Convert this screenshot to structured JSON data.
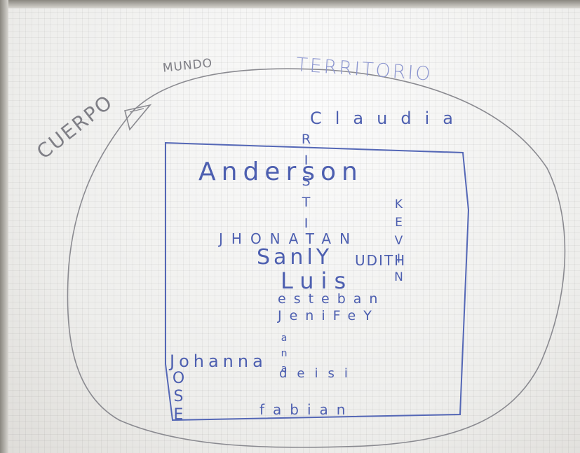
{
  "labels": {
    "territorio": "TERRITORIO",
    "mundo": "MUNDO",
    "cuerpo": "CUERPO"
  },
  "names": {
    "claudia": "Claudia",
    "anderson": "Anderson",
    "jhonatan": "JHONATAN",
    "sanl": "SanlY",
    "yudith": "UDITH",
    "luis": "Luis",
    "esteban": "esteban",
    "jenifer": "JeniFeY",
    "johanna": "Johanna",
    "deisi": "deisi",
    "fabian": "fabian",
    "cristian_rest": "RISTI",
    "kevin": "KEVIN",
    "jose_vertical": "OSE",
    "col_extra": "ana"
  },
  "colors": {
    "ink_blue": "#4d5fb0",
    "ink_grey": "#7f7f86",
    "board": "#f3f3f1"
  }
}
